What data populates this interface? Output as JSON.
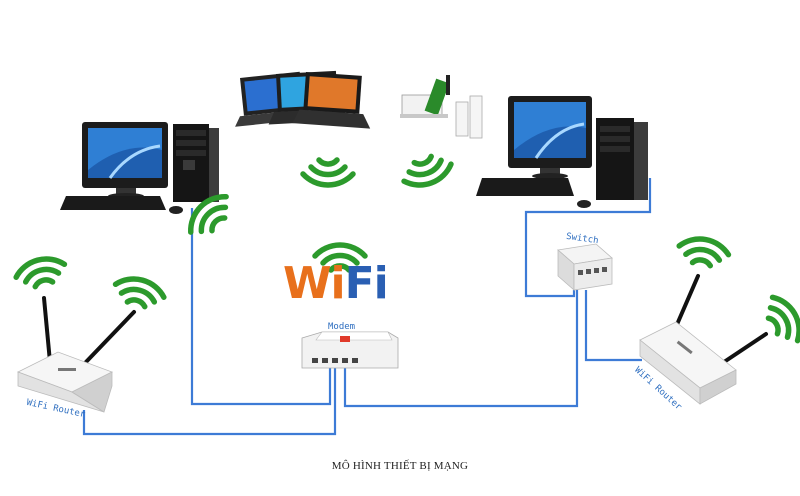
{
  "diagram": {
    "caption": "MÔ HÌNH THIẾT BỊ MẠNG",
    "labels": {
      "modem": "Modem",
      "switch": "Switch",
      "router_left": "WiFi Router",
      "router_right": "WiFi Router"
    },
    "logo": {
      "part1": "Wi",
      "part2": "Fi"
    },
    "colors": {
      "cable": "#3d7bd6",
      "signal": "#2c9a2c",
      "logo_orange": "#e8701c",
      "logo_blue": "#2a5fb3"
    }
  }
}
